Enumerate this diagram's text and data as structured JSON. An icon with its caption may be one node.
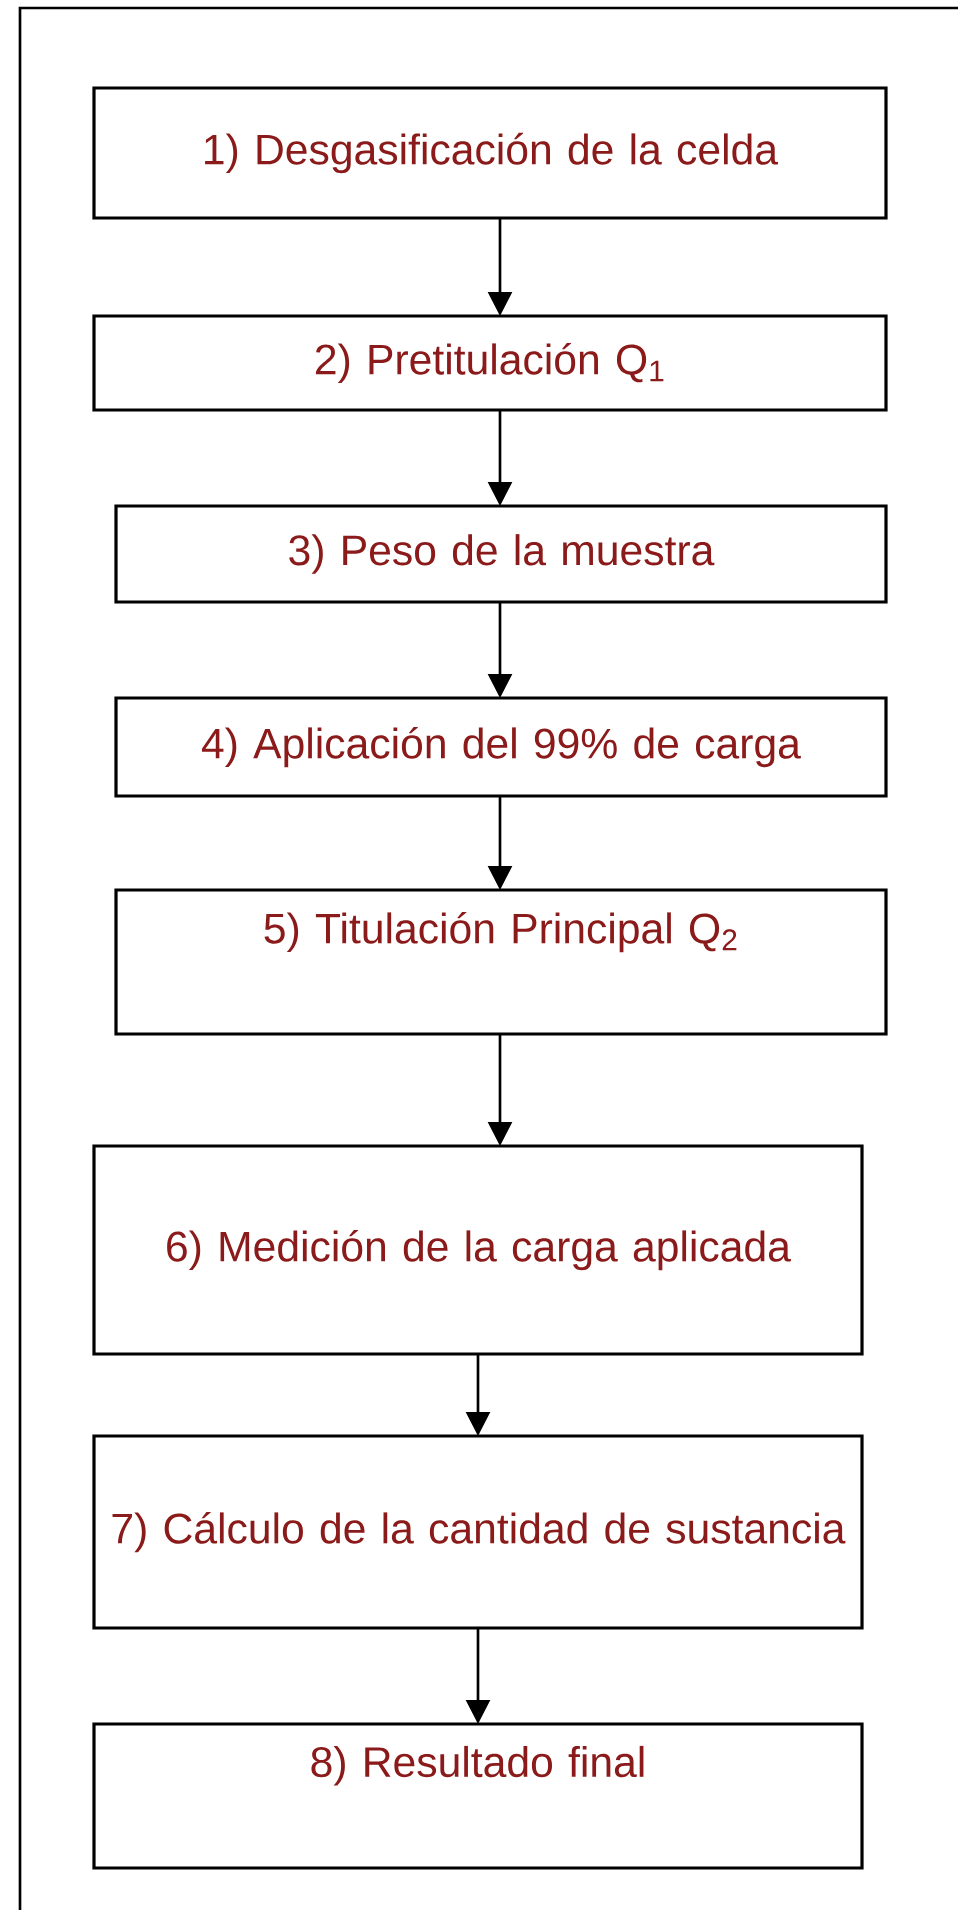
{
  "diagram": {
    "nodes": [
      {
        "text": [
          "1) Desgasificación de la celda"
        ]
      },
      {
        "text": [
          "2) Pretitulación Q$_{1}$"
        ]
      },
      {
        "text": [
          "3) Peso de la muestra"
        ]
      },
      {
        "text": [
          "4) Aplicación del 99% de carga"
        ]
      },
      {
        "text": [
          "5) Titulación Principal Q$_{2}$"
        ]
      },
      {
        "text": [
          "6) Medición de la carga aplicada"
        ]
      },
      {
        "text": [
          "7) Cálculo de la cantidad de sustancia"
        ]
      },
      {
        "text": [
          "8) Resultado final"
        ]
      }
    ],
    "edges": [
      {
        "from": 0,
        "to": 1,
        "arrow": "to"
      },
      {
        "from": 1,
        "to": 2,
        "arrow": "to"
      },
      {
        "from": 2,
        "to": 3,
        "arrow": "to"
      },
      {
        "from": 3,
        "to": 4,
        "arrow": "to"
      },
      {
        "from": 4,
        "to": 5,
        "arrow": "to"
      },
      {
        "from": 5,
        "to": 6,
        "arrow": "to"
      },
      {
        "from": 6,
        "to": 7,
        "arrow": "to"
      }
    ]
  }
}
